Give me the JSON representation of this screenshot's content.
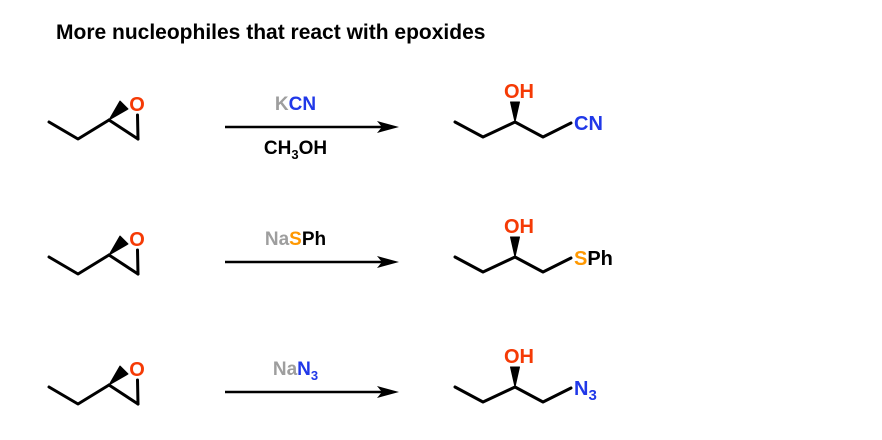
{
  "title": "More nucleophiles that react with epoxides",
  "colors": {
    "o_red": "#f53a05",
    "nucleophile_blue": "#2038e8",
    "sulfur_orange": "#ff9800",
    "counterion_gray": "#9e9e9e",
    "bond_black": "#000000",
    "background": "#ffffff"
  },
  "reactions": [
    {
      "substrate": {
        "o_label": "O"
      },
      "reagent_above": [
        {
          "text": "K",
          "color": "#9e9e9e"
        },
        {
          "text": "CN",
          "color": "#2038e8"
        }
      ],
      "reagent_below": [
        {
          "text": "CH",
          "color": "#000000"
        },
        {
          "text": "3",
          "color": "#000000",
          "subscript": true
        },
        {
          "text": "OH",
          "color": "#000000"
        }
      ],
      "product": {
        "oh_label": "OH",
        "group": [
          {
            "text": "CN",
            "color": "#2038e8"
          }
        ]
      }
    },
    {
      "substrate": {
        "o_label": "O"
      },
      "reagent_above": [
        {
          "text": "Na",
          "color": "#9e9e9e"
        },
        {
          "text": "S",
          "color": "#ff9800"
        },
        {
          "text": "Ph",
          "color": "#000000"
        }
      ],
      "reagent_below": [],
      "product": {
        "oh_label": "OH",
        "group": [
          {
            "text": "S",
            "color": "#ff9800"
          },
          {
            "text": "Ph",
            "color": "#000000"
          }
        ]
      }
    },
    {
      "substrate": {
        "o_label": "O"
      },
      "reagent_above": [
        {
          "text": "Na",
          "color": "#9e9e9e"
        },
        {
          "text": "N",
          "color": "#2038e8"
        },
        {
          "text": "3",
          "color": "#2038e8",
          "subscript": true
        }
      ],
      "reagent_below": [],
      "product": {
        "oh_label": "OH",
        "group": [
          {
            "text": "N",
            "color": "#2038e8"
          },
          {
            "text": "3",
            "color": "#2038e8",
            "subscript": true
          }
        ]
      }
    }
  ]
}
